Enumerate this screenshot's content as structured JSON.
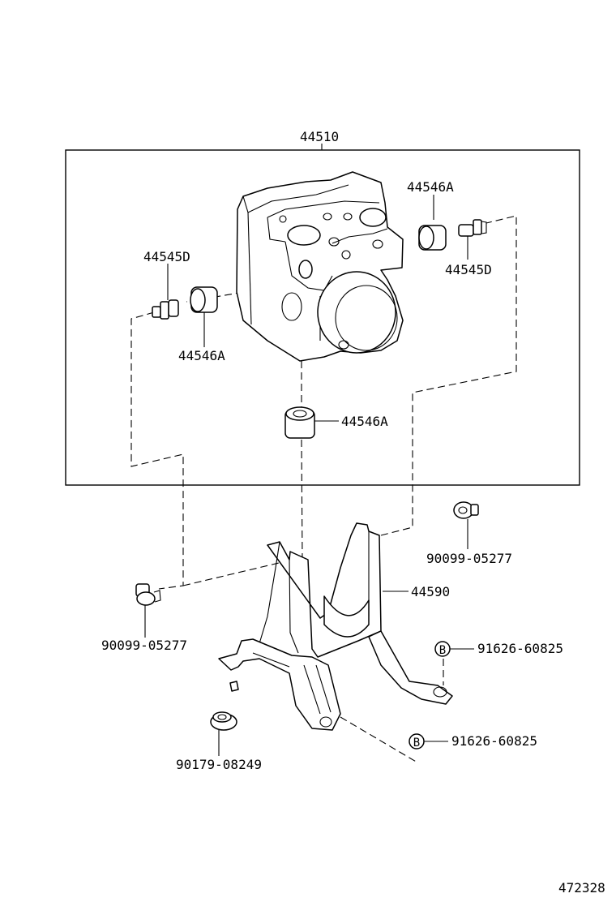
{
  "diagram_number": "472328",
  "callouts": {
    "assembly": "44510",
    "cushion_top": "44546A",
    "bolt_right": "44545D",
    "bolt_left": "44545D",
    "cushion_left": "44546A",
    "cushion_bottom": "44546A",
    "bracket": "44590",
    "bolt_bracket_right": "90099-05277",
    "bolt_bracket_left": "90099-05277",
    "bolt_b_upper": "91626-60825",
    "bolt_b_lower": "91626-60825",
    "nut": "90179-08249",
    "marker_b": "B"
  }
}
